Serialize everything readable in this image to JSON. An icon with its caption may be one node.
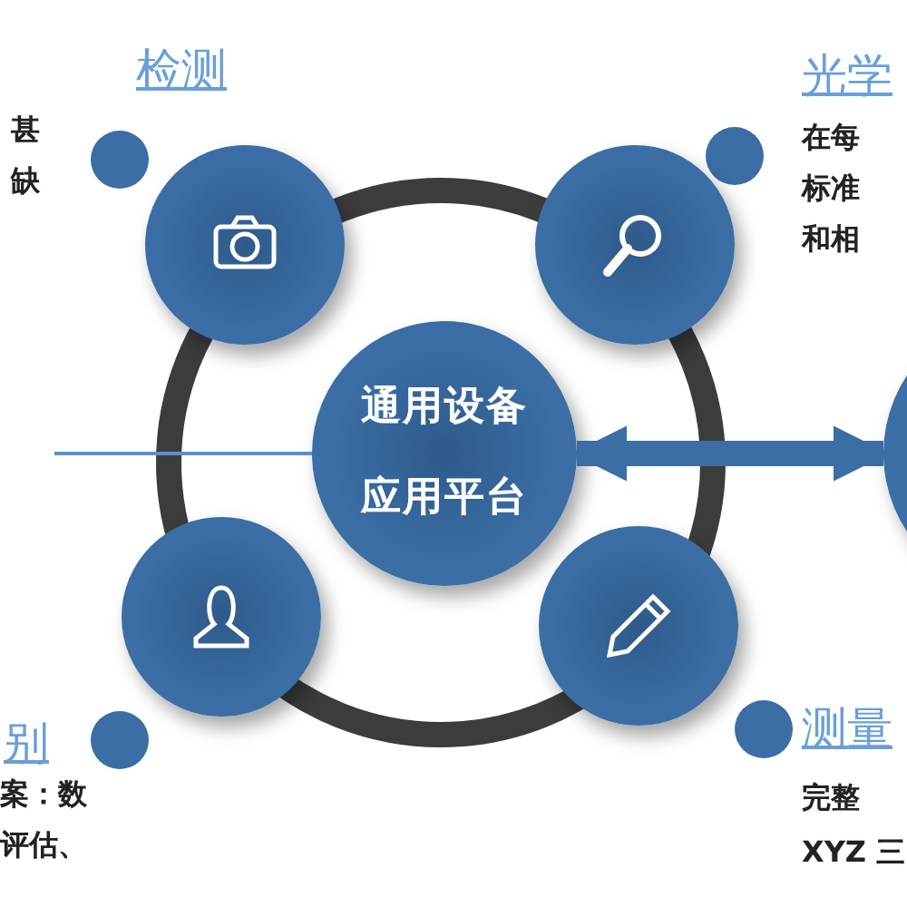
{
  "diagram": {
    "nodes": [
      {
        "text": [
          "通用设备应用平台"
        ]
      },
      {
        "text": [],
        "shape": "circle"
      },
      {
        "text": [],
        "shape": "circle"
      },
      {
        "text": [],
        "shape": "circle"
      },
      {
        "text": [],
        "shape": "circle"
      },
      {
        "text": [],
        "shape": "circle"
      }
    ],
    "edges": [
      {
        "from": 0,
        "to": 5,
        "arrow": "both",
        "style": "thick"
      },
      {
        "from": null,
        "to": 0,
        "arrow": "none",
        "color": "#5b8fd0"
      }
    ],
    "labels": [
      "检测",
      "甚",
      "缺",
      "光学",
      "在每",
      "标准",
      "和相",
      "别",
      "案：数",
      "评估、",
      "测量",
      "完整",
      "XYZ 三"
    ]
  }
}
